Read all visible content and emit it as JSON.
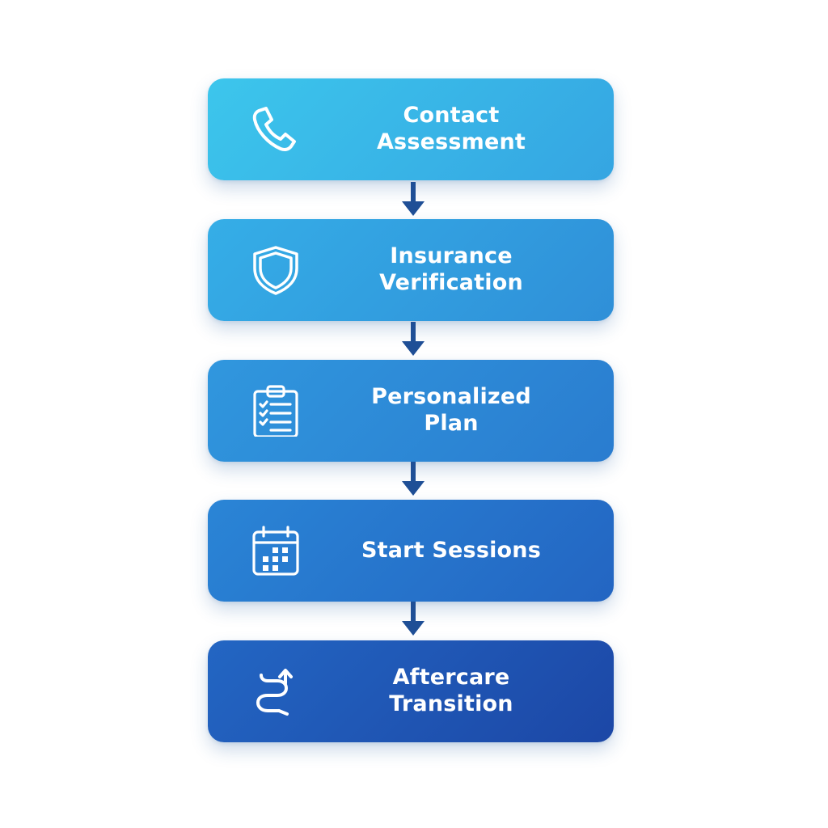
{
  "colors": {
    "background": "#ffffff",
    "arrow": "#1f4f96",
    "text": "#ffffff"
  },
  "steps": [
    {
      "label": "Contact\nAssessment",
      "icon": "phone-icon",
      "gradient": [
        "#3cc6ec",
        "#35a5e2"
      ]
    },
    {
      "label": "Insurance\nVerification",
      "icon": "shield-icon",
      "gradient": [
        "#35aee7",
        "#2f8fd8"
      ]
    },
    {
      "label": "Personalized\nPlan",
      "icon": "clipboard-checklist-icon",
      "gradient": [
        "#3097de",
        "#2a7ccf"
      ]
    },
    {
      "label": "Start Sessions",
      "icon": "calendar-icon",
      "gradient": [
        "#2a85d6",
        "#2365c2"
      ]
    },
    {
      "label": "Aftercare\nTransition",
      "icon": "winding-arrow-icon",
      "gradient": [
        "#2366c3",
        "#1c47a6"
      ]
    }
  ]
}
